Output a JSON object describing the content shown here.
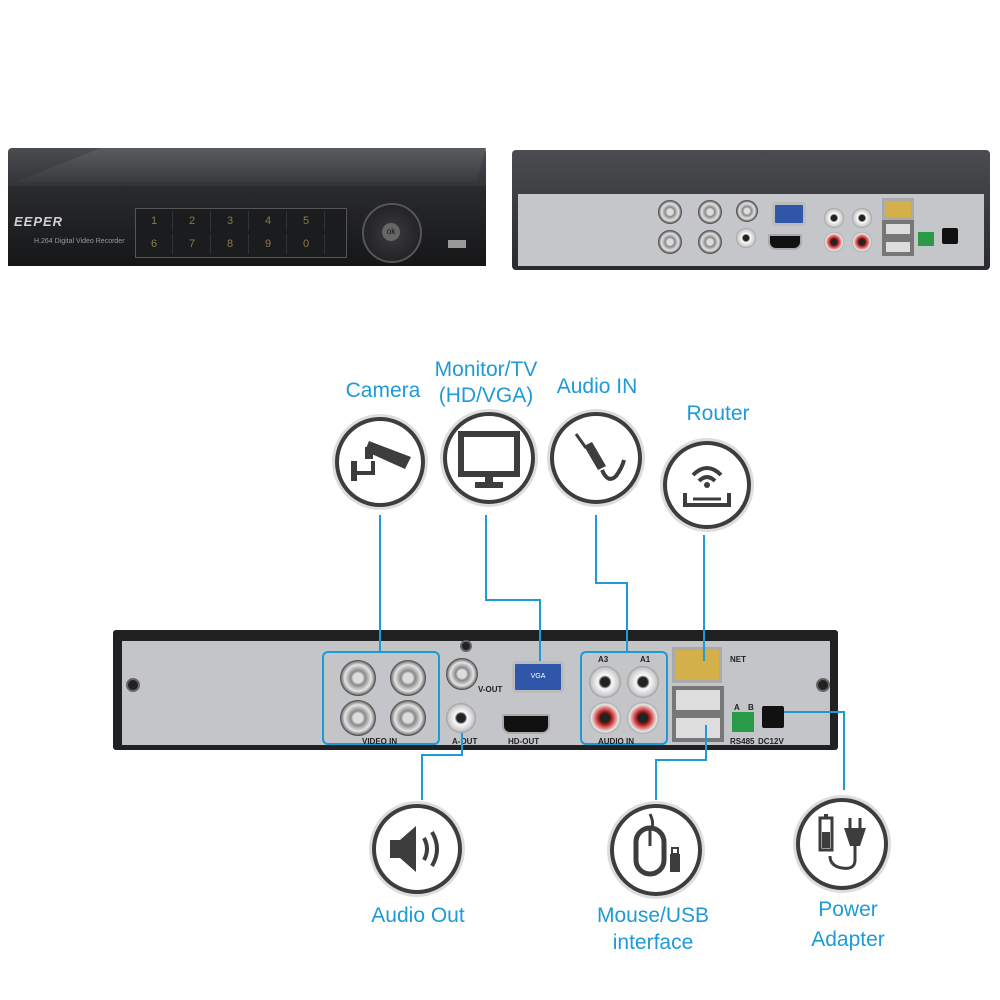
{
  "front_unit": {
    "logo": "EEPER",
    "model_text": "H.264 Digital Video Recorder",
    "keys_top": [
      "1",
      "2",
      "3",
      "4",
      "5"
    ],
    "keys_bottom": [
      "6",
      "7",
      "8",
      "9",
      "0"
    ],
    "ok_label": "ok"
  },
  "rear_labels": {
    "video_in": "VIDEO IN",
    "v_out": "V-OUT",
    "a_out": "A-OUT",
    "vga": "VGA",
    "hd_out": "HD-OUT",
    "audio_in": "AUDIO IN",
    "a3": "A3",
    "a1": "A1",
    "net": "NET",
    "rs485": "RS485",
    "dc12v": "DC12V",
    "a": "A",
    "b": "B"
  },
  "callouts": {
    "camera": "Camera",
    "monitor_line1": "Monitor/TV",
    "monitor_line2": "(HD/VGA)",
    "audio_in": "Audio IN",
    "router": "Router",
    "audio_out": "Audio Out",
    "mouse_line1": "Mouse/USB",
    "mouse_line2": "interface",
    "power_line1": "Power",
    "power_line2": "Adapter"
  },
  "colors": {
    "accent": "#1e9ad6",
    "icon_stroke": "#3d3d3d"
  },
  "icons": [
    "camera-icon",
    "monitor-icon",
    "audio-jack-icon",
    "router-icon",
    "speaker-icon",
    "mouse-icon",
    "power-plug-icon"
  ]
}
